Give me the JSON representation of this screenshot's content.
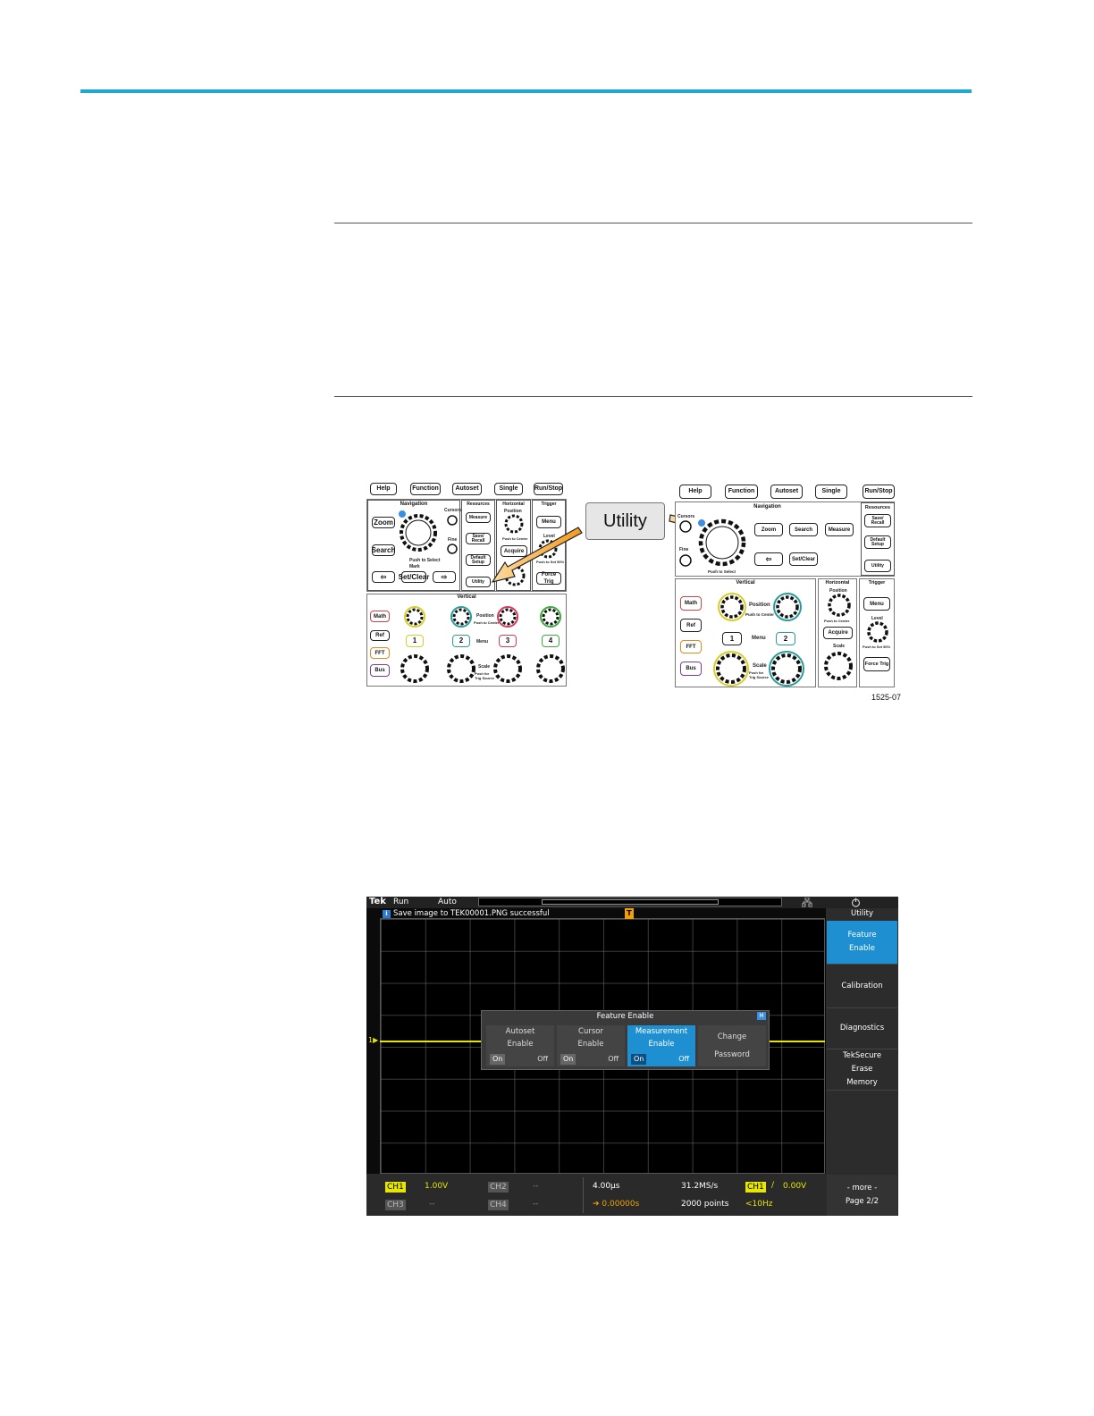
{
  "front_panel_left": {
    "top_buttons": [
      "Help",
      "Function",
      "Autoset",
      "Single",
      "Run/Stop"
    ],
    "sections": {
      "navigation": "Navigation",
      "resources": "Resources",
      "horizontal": "Horizontal",
      "trigger": "Trigger",
      "vertical": "Vertical",
      "mark": "Mark"
    },
    "labels": {
      "zoom": "Zoom",
      "search": "Search",
      "cursors": "Cursors",
      "fine": "Fine",
      "set_clear": "Set/Clear",
      "measure": "Measure",
      "save_recall": "Save/ Recall",
      "default_setup": "Default Setup",
      "utility": "Utility",
      "acquire": "Acquire",
      "menu": "Menu",
      "force_trig": "Force Trig",
      "position": "Position",
      "level": "Level",
      "push_select": "Push to Select",
      "push_center": "Push to Center",
      "push_50": "Push to Set 50%",
      "math": "Math",
      "ref": "Ref",
      "fft": "FFT",
      "bus": "Bus",
      "ch1": "1",
      "ch2": "2",
      "ch3": "3",
      "ch4": "4",
      "scale": "Scale",
      "push_trig": "Push for Trig Source",
      "arrow_left": "⇦",
      "arrow_right": "⇨"
    }
  },
  "callout": "Utility",
  "front_panel_right": {
    "top_buttons": [
      "Help",
      "Function",
      "Autoset",
      "Single",
      "Run/Stop"
    ],
    "labels": {
      "navigation": "Navigation",
      "resources": "Resources",
      "vertical": "Vertical",
      "horizontal": "Horizontal",
      "trigger": "Trigger",
      "cursors": "Cursors",
      "fine": "Fine",
      "zoom": "Zoom",
      "search": "Search",
      "measure": "Measure",
      "save_recall": "Save/ Recall",
      "default_setup": "Default Setup",
      "utility": "Utility",
      "set_clear": "Set/Clear",
      "push_select": "Push to Select",
      "position": "Position",
      "push_center": "Push to Center",
      "menu": "Menu",
      "acquire": "Acquire",
      "scale": "Scale",
      "level": "Level",
      "push_50": "Push to Set 50%",
      "force_trig": "Force Trig",
      "math": "Math",
      "ref": "Ref",
      "fft": "FFT",
      "bus": "Bus",
      "ch1": "1",
      "ch2": "2",
      "push_trig": "Push for Trig Source",
      "arrow_left": "⇦"
    }
  },
  "figure_id": "1525-07",
  "scope": {
    "brand": "Tek",
    "run_state": "Run",
    "trigger_mode": "Auto",
    "info_icon": "i",
    "info_message": "Save image to TEK00001.PNG successful",
    "trigger_marker": "T",
    "ch_marker": "1",
    "side_menu": {
      "title": "Utility",
      "items": [
        {
          "lines": [
            "Feature",
            "Enable"
          ]
        },
        {
          "lines": [
            "Calibration"
          ]
        },
        {
          "lines": [
            "Diagnostics"
          ]
        },
        {
          "lines": [
            "TekSecure",
            "Erase",
            "Memory"
          ]
        }
      ],
      "more": "- more -",
      "page": "Page 2/2"
    },
    "dialog": {
      "title": "Feature Enable",
      "icon": "M",
      "cells": [
        {
          "line1": "Autoset",
          "line2": "Enable",
          "on": "On",
          "off": "Off"
        },
        {
          "line1": "Cursor",
          "line2": "Enable",
          "on": "On",
          "off": "Off"
        },
        {
          "line1": "Measurement",
          "line2": "Enable",
          "on": "On",
          "off": "Off"
        },
        {
          "line1": "Change",
          "line2": "Password"
        }
      ]
    },
    "bottom": {
      "ch1_label": "CH1",
      "ch1_value": "1.00V",
      "ch2_label": "CH2",
      "ch2_value": "--",
      "ch3_label": "CH3",
      "ch3_value": "--",
      "ch4_label": "CH4",
      "ch4_value": "--",
      "timebase": "4.00µs",
      "delay": "0.00000s",
      "sample_rate": "31.2MS/s",
      "record_length": "2000 points",
      "trig_ch": "CH1",
      "trig_level": "0.00V",
      "trig_freq": "<10Hz"
    }
  }
}
